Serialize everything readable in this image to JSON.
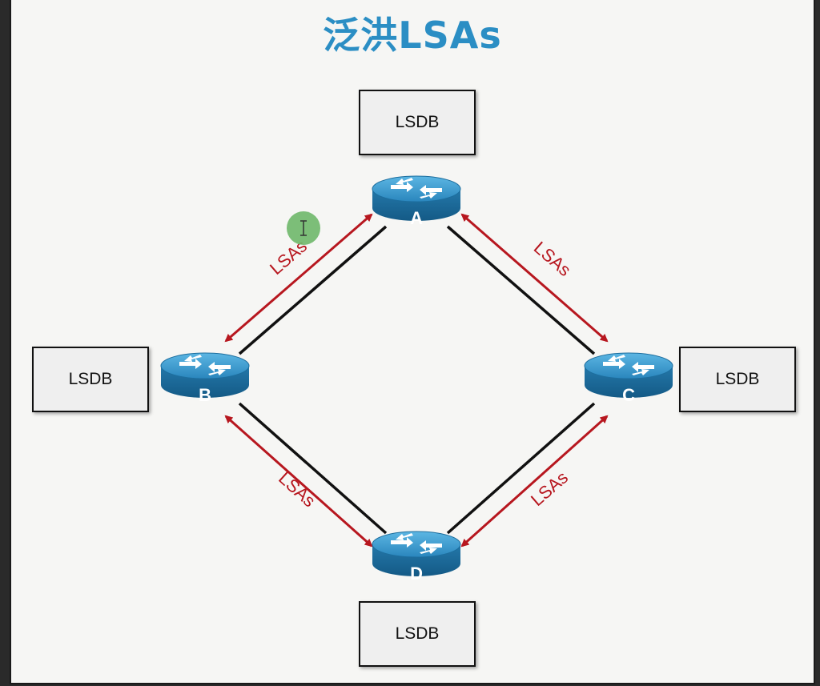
{
  "title": "泛洪LSAs",
  "lsdb": {
    "a": "LSDB",
    "b": "LSDB",
    "c": "LSDB",
    "d": "LSDB"
  },
  "routers": {
    "a": "A",
    "b": "B",
    "c": "C",
    "d": "D"
  },
  "arrow_labels": {
    "ab": "LSAs",
    "ac": "LSAs",
    "bd": "LSAs",
    "cd": "LSAs"
  },
  "colors": {
    "title": "#2b8ec4",
    "arrow": "#b7171f",
    "router_top": "#3a9bd0",
    "router_side": "#1d6e9e",
    "cursor_dot": "#6fb86a"
  },
  "icons": {
    "router": "router-icon",
    "cursor": "text-cursor-icon"
  }
}
